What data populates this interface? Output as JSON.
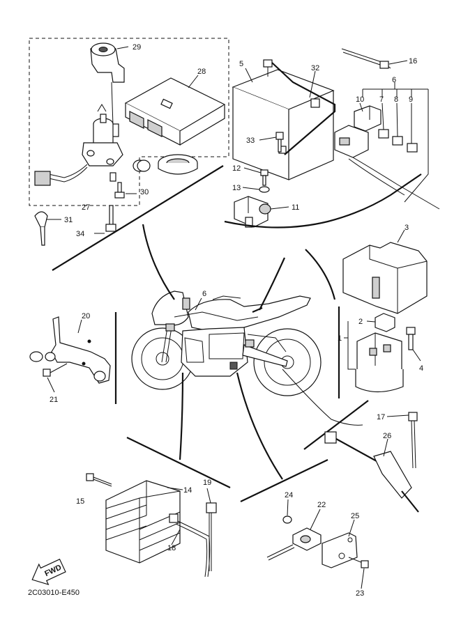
{
  "diagram_code": "2C03010-E450",
  "fwd_label": "FWD",
  "callouts": {
    "c1": "1",
    "c2": "2",
    "c3": "3",
    "c4": "4",
    "c5": "5",
    "c6a": "6",
    "c6b": "6",
    "c7": "7",
    "c8": "8",
    "c9": "9",
    "c10": "10",
    "c11": "11",
    "c12": "12",
    "c13": "13",
    "c14": "14",
    "c15": "15",
    "c16": "16",
    "c17": "17",
    "c18": "18",
    "c19": "19",
    "c20": "20",
    "c21": "21",
    "c22": "22",
    "c23": "23",
    "c24": "24",
    "c25": "25",
    "c26": "26",
    "c27": "27",
    "c28": "28",
    "c29": "29",
    "c30": "30",
    "c31": "31",
    "c32": "32",
    "c33": "33",
    "c34": "34"
  }
}
